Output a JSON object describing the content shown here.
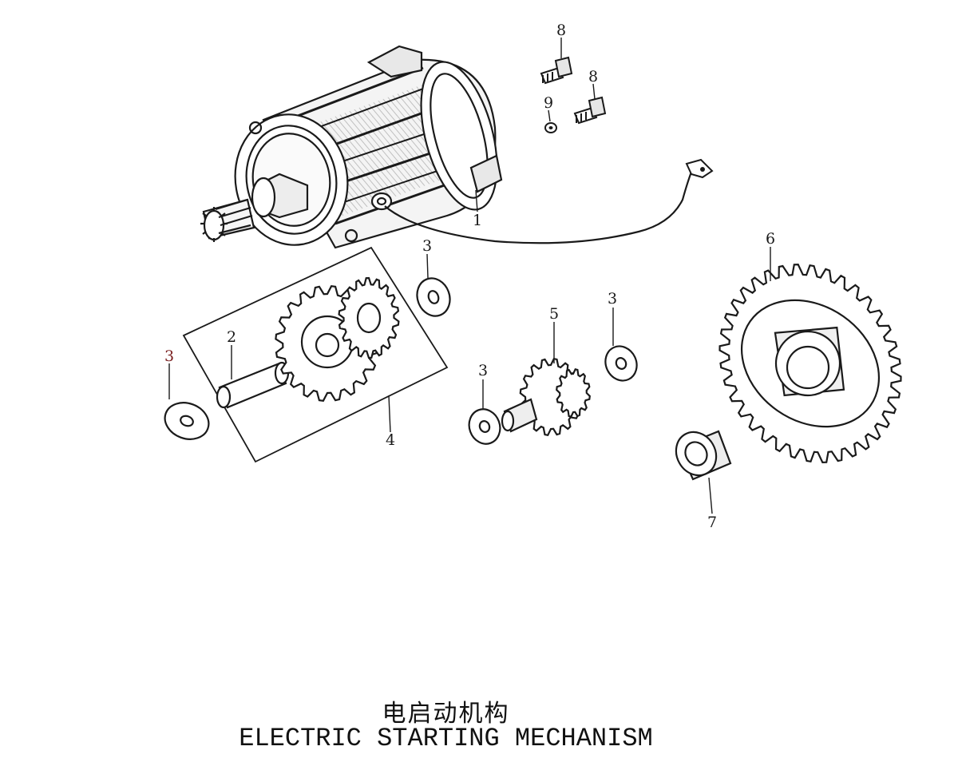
{
  "title": {
    "chinese": "电启动机构",
    "english": "ELECTRIC STARTING MECHANISM"
  },
  "callouts": {
    "motor": "1",
    "shaft": "2",
    "washer_left": "3",
    "washer_top": "3",
    "washer_center": "3",
    "washer_right": "3",
    "gear_assembly": "4",
    "idle_gear": "5",
    "starter_sprocket": "6",
    "bushing": "7",
    "bolt_upper": "8",
    "bolt_lower": "8",
    "small_washer": "9"
  },
  "colors": {
    "ink": "#1a1a1a",
    "red_label": "#7a1f1f",
    "background": "#ffffff"
  }
}
